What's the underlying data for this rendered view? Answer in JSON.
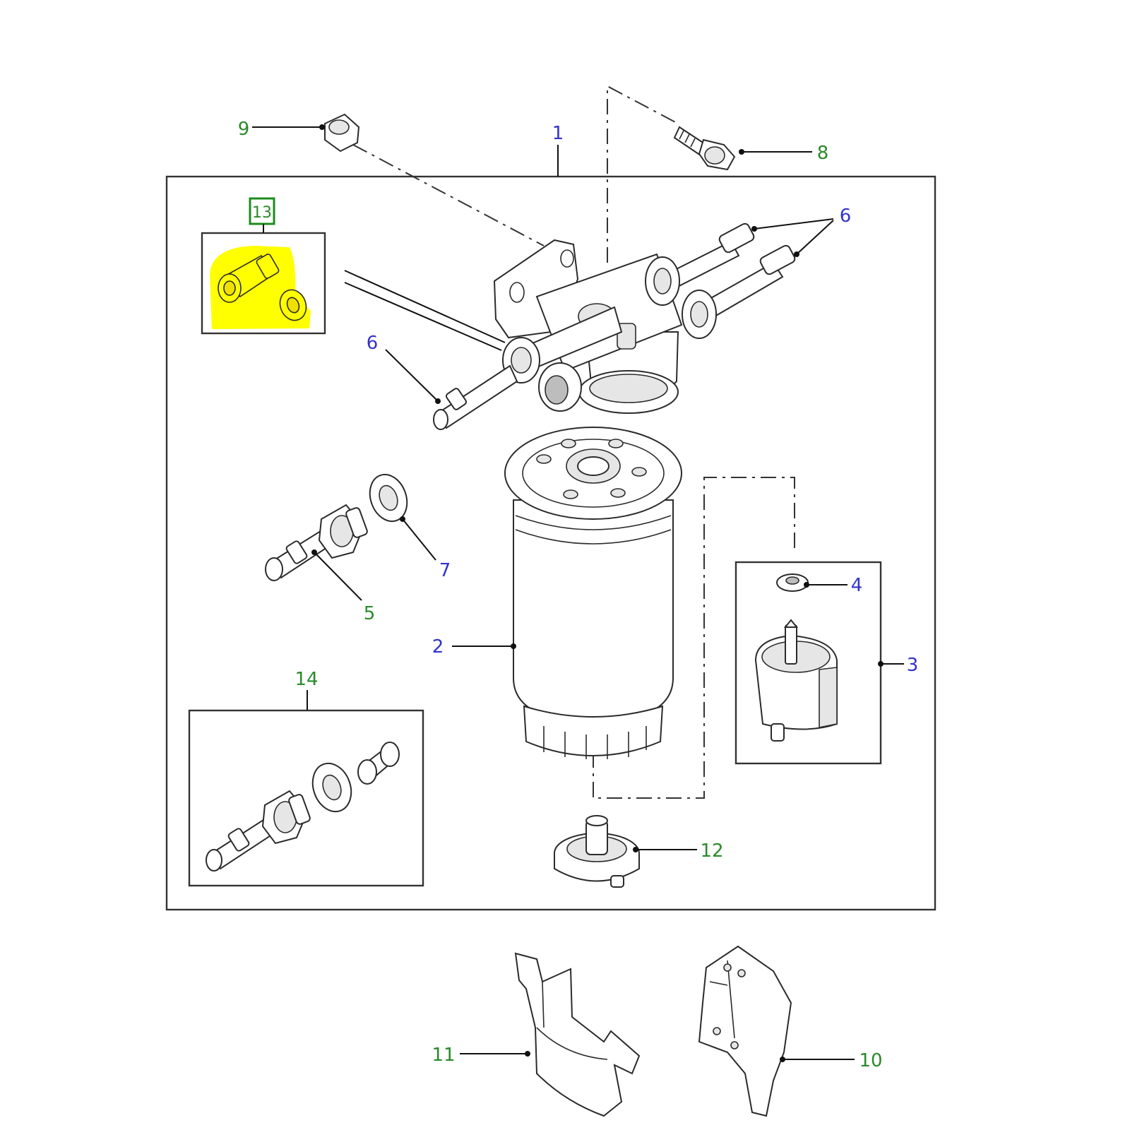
{
  "colors": {
    "callout_green": "#2a8a2a",
    "callout_blue": "#3333cc",
    "highlight_yellow": "#ffff00",
    "badge_border": "#1c8c1c",
    "line": "#2b2b2b"
  },
  "callouts": [
    {
      "id": "c1",
      "label": "1",
      "color": "blue"
    },
    {
      "id": "c2",
      "label": "2",
      "color": "blue"
    },
    {
      "id": "c3",
      "label": "3",
      "color": "blue"
    },
    {
      "id": "c4",
      "label": "4",
      "color": "blue"
    },
    {
      "id": "c5",
      "label": "5",
      "color": "green"
    },
    {
      "id": "c6a",
      "label": "6",
      "color": "blue"
    },
    {
      "id": "c6b",
      "label": "6",
      "color": "blue"
    },
    {
      "id": "c7",
      "label": "7",
      "color": "blue"
    },
    {
      "id": "c8",
      "label": "8",
      "color": "green"
    },
    {
      "id": "c9",
      "label": "9",
      "color": "green"
    },
    {
      "id": "c10",
      "label": "10",
      "color": "green"
    },
    {
      "id": "c11",
      "label": "11",
      "color": "green"
    },
    {
      "id": "c12",
      "label": "12",
      "color": "green"
    },
    {
      "id": "c13",
      "label": "13",
      "color": "green"
    },
    {
      "id": "c14",
      "label": "14",
      "color": "green"
    }
  ]
}
